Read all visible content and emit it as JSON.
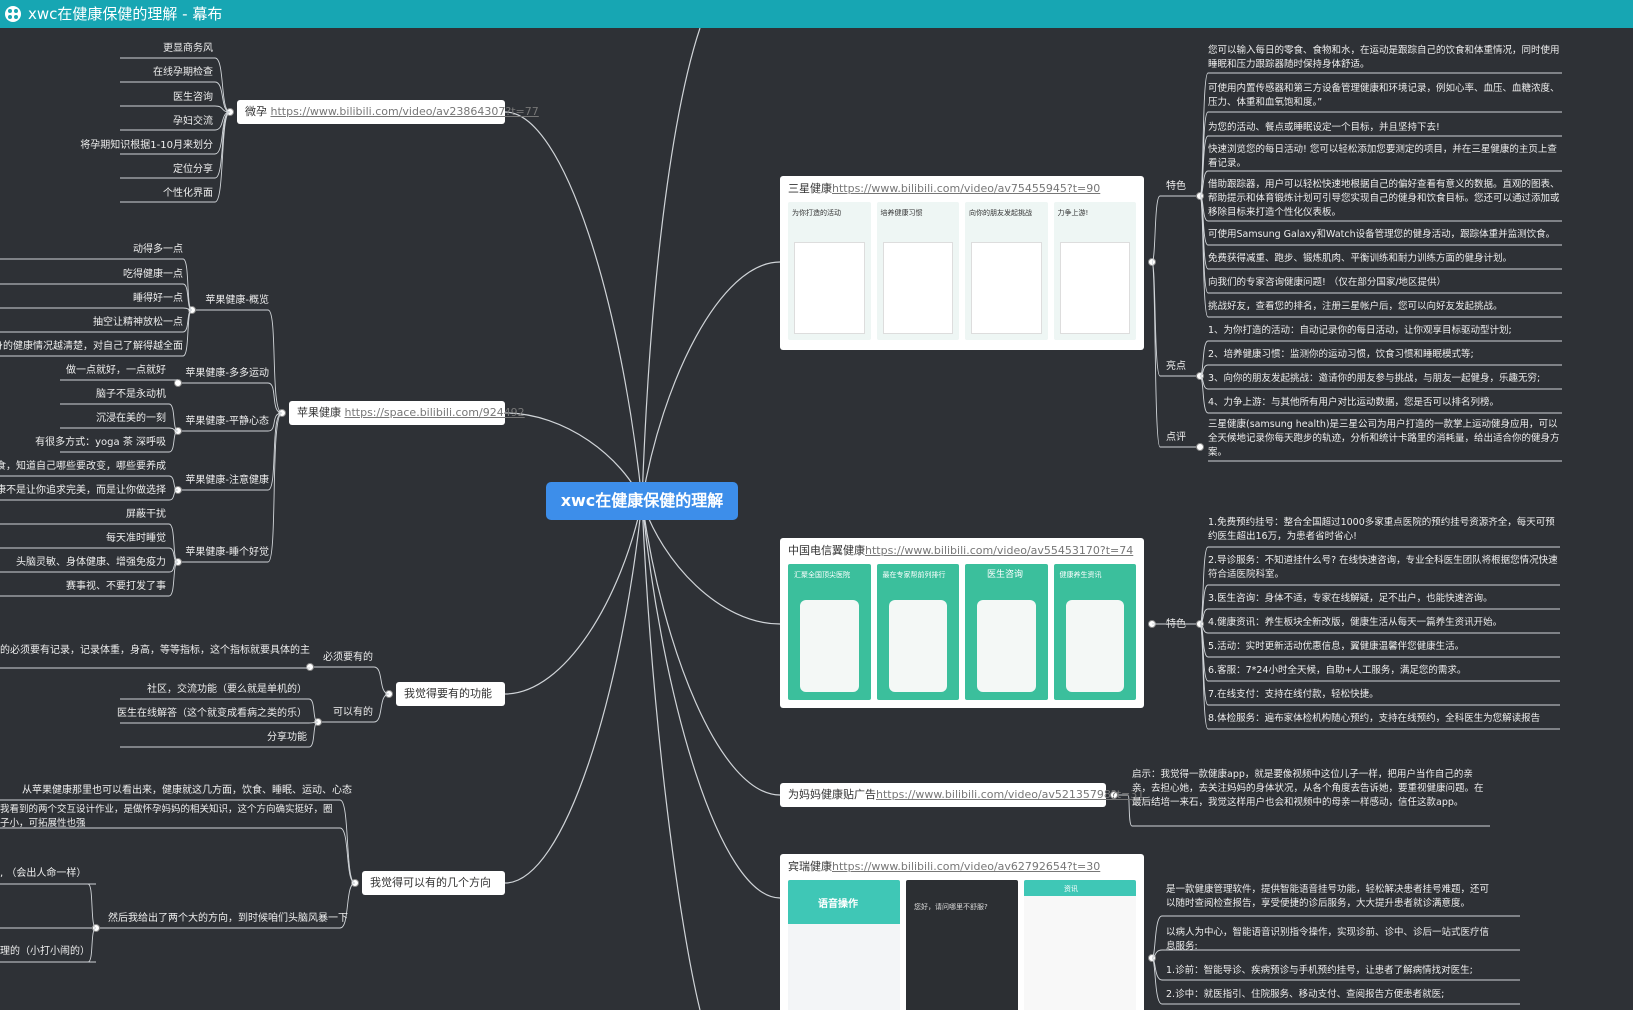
{
  "window": {
    "title": "xwc在健康保健的理解 - 幕布"
  },
  "root": {
    "label": "xwc在健康保健的理解"
  },
  "left": {
    "weiyun": {
      "label": "微孕",
      "url": "https://www.bilibili.com/video/av23864307?t=77",
      "items": [
        "更显商务风",
        "在线孕期检查",
        "医生咨询",
        "孕妇交流",
        "将孕期知识根据1-10月来划分",
        "定位分享",
        "个性化界面"
      ]
    },
    "apple": {
      "label": "苹果健康",
      "url": "https://space.bilibili.com/924492",
      "groups": [
        {
          "label": "苹果健康-概览",
          "items": [
            "动得多一点",
            "吃得健康一点",
            "睡得好一点",
            "抽空让精神放松一点",
            "身的健康情况越清楚，对自己了解得越全面"
          ]
        },
        {
          "label": "苹果健康-多多运动",
          "items": [
            "做一点就好，一点就好"
          ]
        },
        {
          "label": "苹果健康-平静心态",
          "items": [
            "脑子不是永动机",
            "沉浸在美的一刻",
            "有很多方式：yoga 茶 深呼吸"
          ]
        },
        {
          "label": "苹果健康-注意健康",
          "items": [
            "食，知道自己哪些要改变，哪些要养成",
            "康不是让你追求完美，而是让你做选择"
          ]
        },
        {
          "label": "苹果健康-睡个好觉",
          "items": [
            "屏蔽干扰",
            "每天准时睡觉",
            "头脑灵敏、身体健康、增强免疫力",
            "赛事视、不要打发了事"
          ]
        }
      ]
    },
    "features": {
      "label": "我觉得要有的功能",
      "groups": [
        {
          "label": "必须要有的",
          "items": [
            "的必须要有记录，记录体重，身高，等等指标，这个指标就要具体的主"
          ]
        },
        {
          "label": "可以有的",
          "items": [
            "社区，交流功能（要么就是单机的）",
            "医生在线解答（这个就变成看病之类的乐）",
            "分享功能"
          ]
        }
      ]
    },
    "directions": {
      "label": "我觉得可以有的几个方向",
      "items": [
        "从苹果健康那里也可以看出来，健康就这几方面，饮食、睡眠、运动、心态",
        "我看到的两个交互设计作业，是做怀孕妈妈的相关知识，这个方向确实挺好，圈子小，可拓展性也强",
        "然后我给出了两个大的方向，到时候咱们头脑风暴一下"
      ],
      "sub": [
        ", （会出人命一样）",
        "理的（小打小闹的）"
      ]
    }
  },
  "right": {
    "samsung": {
      "label": "三星健康",
      "url": "https://www.bilibili.com/video/av75455945?t=90",
      "shots": [
        "为你打造的活动",
        "培养健康习惯",
        "向你的朋友发起挑战",
        "力争上游!"
      ],
      "features_label": "特色",
      "features": [
        "您可以输入每日的零食、食物和水，在运动是跟踪自己的饮食和体重情况，同时使用睡眠和压力跟踪器随时保持身体舒适。",
        "可使用内置传感器和第三方设备管理健康和环境记录，例如心率、血压、血糖浓度、压力、体重和血氧饱和度。”",
        "为您的活动、餐点或睡眠设定一个目标，并且坚持下去!",
        "快速浏览您的每日活动! 您可以轻松添加您要测定的项目，并在三星健康的主页上查看记录。",
        "借助跟踪器，用户可以轻松快速地根据自己的偏好查看有意义的数据。直观的图表、帮助提示和体育锻炼计划可引导您实现自己的健身和饮食目标。您还可以通过添加或移除目标来打造个性化仪表板。",
        "可使用Samsung Galaxy和Watch设备管理您的健身活动，跟踪体重并监测饮食。",
        "免费获得减重、跑步、锻炼肌肉、平衡训练和耐力训练方面的健身计划。",
        "向我们的专家咨询健康问题! （仅在部分国家/地区提供）",
        "挑战好友，查看您的排名，注册三星帐户后，您可以向好友发起挑战。"
      ],
      "highlights_label": "亮点",
      "highlights": [
        "1、为你打造的活动：自动记录你的每日活动，让你观享目标驱动型计划;",
        "2、培养健康习惯：监测你的运动习惯，饮食习惯和睡眠模式等;",
        "3、向你的朋友发起挑战：邀请你的朋友参与挑战，与朋友一起健身，乐趣无穷;",
        "4、力争上游：与其他所有用户对比运动数据，您是否可以排名列榜。"
      ],
      "review_label": "点评",
      "review": "三星健康(samsung health)是三星公司为用户打造的一款掌上运动健身应用，可以全天候地记录你每天跑步的轨迹，分析和统计卡路里的消耗量，给出适合你的健身方案。"
    },
    "telecom": {
      "label": "中国电信翼健康",
      "url": "https://www.bilibili.com/video/av55453170?t=74",
      "shots": [
        "汇聚全国顶尖医院",
        "最在专家帮前列排行",
        "医生咨询",
        "健康养生资讯"
      ],
      "features_label": "特色",
      "features": [
        "1.免费预约挂号：整合全国超过1000多家重点医院的预约挂号资源齐全，每天可预约医生超出16万，为患者省时省心!",
        "2.导诊服务：不知道挂什么号? 在线快速咨询，专业全科医生团队将根据您情况快速符合适医院科室。",
        "3.医生咨询：身体不适，专家在线解疑，足不出户，也能快速咨询。",
        "4.健康资讯：养生板块全新改版，健康生活从每天一篇养生资讯开始。",
        "5.活动：实时更新活动优惠信息，翼健康温馨伴您健康生活。",
        "6.客服：7*24小时全天候，自助+人工服务，满足您的需求。",
        "7.在线支付：支持在线付款，轻松快捷。",
        "8.体检服务：遍布家体检机构随心预约，支持在线预约，全科医生为您解读报告"
      ]
    },
    "mom": {
      "label": "为妈妈健康贴广告",
      "url": "https://www.bilibili.com/video/av52135798?t=31",
      "text": "启示：我觉得一款健康app，就是要像视频中这位儿子一样，把用户当作自己的亲亲，去担心她，去关注妈妈的身体状况，从各个角度去告诉她，要重视健康问题。在最后结培一来石，我觉这样用户也会和视频中的母亲一样感动，信任这款app。"
    },
    "binrui": {
      "label": "宾瑞健康",
      "url": "https://www.bilibili.com/video/av62792654?t=30",
      "shots": [
        "语音操作",
        "您好，请问哪里不舒服?",
        "资讯"
      ],
      "intro": "是一款健康管理软件，提供智能语音挂号功能，轻松解决患者挂号难题，还可以随时查阅检查报告，享受便捷的诊后服务，大大提升患者就诊满意度。",
      "center": "以病人为中心，智能语音识别指令操作，实现诊前、诊中、诊后一站式医疗信息服务:",
      "items": [
        "1.诊前：智能导诊、疾病预诊与手机预约挂号，让患者了解病情找对医生;",
        "2.诊中：就医指引、住院服务、移动支付、查阅报告方便患者就医;"
      ]
    }
  },
  "colors": {
    "titlebar": "#17a6b3",
    "background": "#2e3136",
    "root": "#3d8eea",
    "line": "#d0d4d8"
  }
}
